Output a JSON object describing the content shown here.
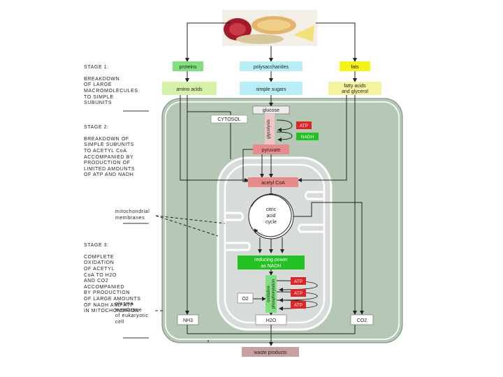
{
  "stage1": {
    "title": "STAGE 1:",
    "body": "BREAKDOWN\nOF LARGE\nMACROMOLECULES\nTO SIMPLE\nSUBUNITS"
  },
  "stage2": {
    "title": "STAGE 2:",
    "body": "BREAKDOWN OF\nSIMPLE SUBUNITS\nTO ACETYL CoA\nACCOMPANIED BY\nPRODUCTION OF\nLIMITED AMOUNTS\nOF ATP AND NADH"
  },
  "stage3": {
    "title": "STAGE 3:",
    "body": "COMPLETE\nOXIDATION\nOF ACETYL\nCoA TO H2O\nAND CO2\nACCOMPANIED\nBY PRODUCTION\nOF LARGE AMOUNTS\nOF NADH AND ATP\nIN MITOCHONDRION"
  },
  "annotations": {
    "mito_membranes": "mitochondrial\nmembranes",
    "plasma_membrane": "plasma\nmembrane\nof eukaryotic\ncell"
  },
  "macromolecules": {
    "proteins": "proteins",
    "polysaccharides": "polysaccharides",
    "fats": "fats"
  },
  "subunits": {
    "amino_acids": "amino acids",
    "simple_sugars": "simple sugars",
    "fatty_acids_line1": "fatty acids",
    "fatty_acids_line2": "and glycerol"
  },
  "cytosol": "CYTOSOL",
  "glucose": "glucose",
  "glycolysis": "glycolysis",
  "pyruvate": "pyruvate",
  "acetyl_coa": "acetyl CoA",
  "citric_cycle": {
    "line1": "citric",
    "line2": "acid",
    "line3": "cycle"
  },
  "reducing_power": {
    "line1": "reducing power",
    "line2": "as NADH"
  },
  "oxidative_phosphorylation": {
    "line1": "oxidative",
    "line2": "phosphorylation"
  },
  "atp": "ATP",
  "nadh": "NADH",
  "o2": "O2",
  "nh3": "NH3",
  "h2o": "H2O",
  "co2": "CO2",
  "waste_products": "waste products",
  "colors": {
    "cell": "#b5c7b5",
    "cytosol_bg": "#b5c7b5",
    "mito_bg": "#d8dcd8",
    "green": "#80e080",
    "cyan": "#b8eef5",
    "yellow": "#f4f416",
    "red": "#e02424",
    "pink": "#e88a8a",
    "bright_green": "#22c222",
    "waste": "#c9a0a0"
  }
}
